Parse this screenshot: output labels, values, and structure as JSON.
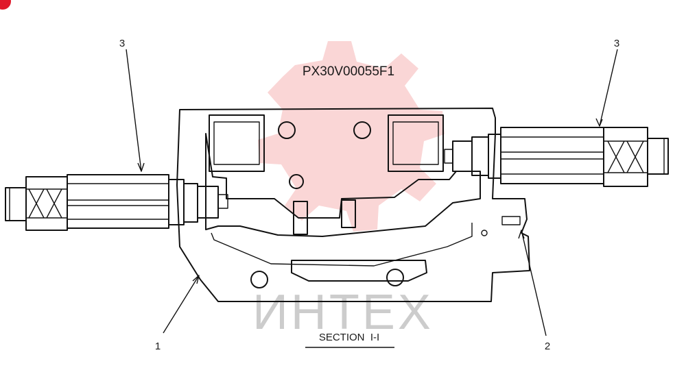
{
  "drawing": {
    "code": "PX30V00055F1",
    "section_title": "SECTION  I-I"
  },
  "callouts": [
    {
      "id": "callout-1",
      "label": "1"
    },
    {
      "id": "callout-2",
      "label": "2"
    },
    {
      "id": "callout-3-left",
      "label": "3"
    },
    {
      "id": "callout-3-right",
      "label": "3"
    }
  ],
  "watermark": {
    "text": "ИНТЕХ",
    "color": "#f08a8a"
  },
  "colors": {
    "badge": "#e0192b",
    "line": "#111111"
  }
}
